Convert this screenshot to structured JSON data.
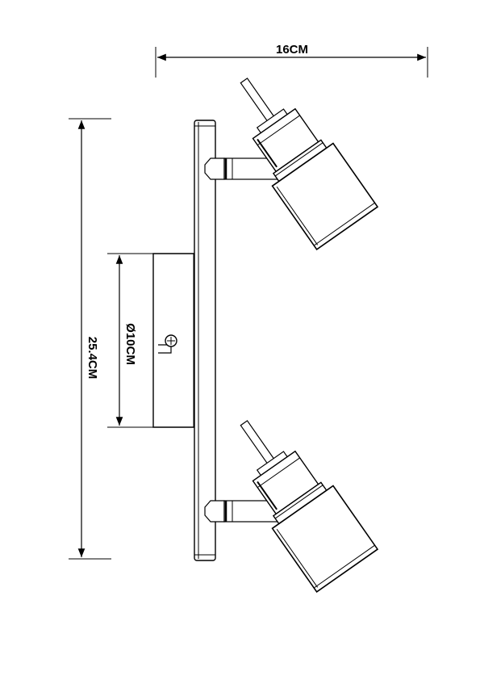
{
  "dimensions": {
    "width_label": "16CM",
    "height_label": "25.4CM",
    "base_diameter_label": "Ø10CM"
  }
}
